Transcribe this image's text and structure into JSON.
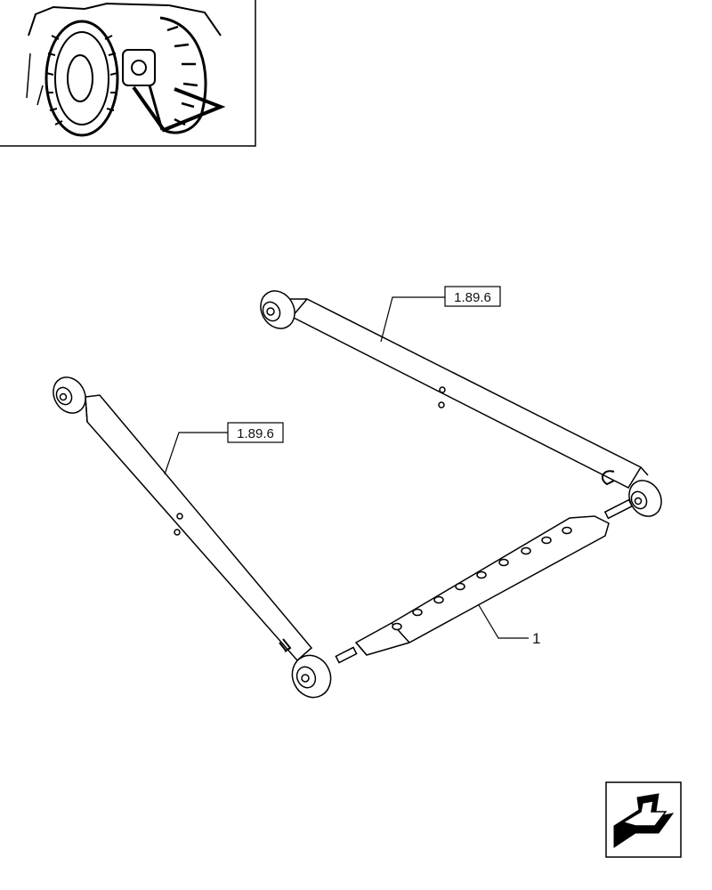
{
  "references": {
    "upper_arm_ref": "1.89.6",
    "left_arm_ref": "1.89.6"
  },
  "callouts": {
    "part_1": "1"
  },
  "icons": {
    "thumbnail": "tractor-rear-thumbnail-icon",
    "nav": "back-arrow-icon"
  }
}
